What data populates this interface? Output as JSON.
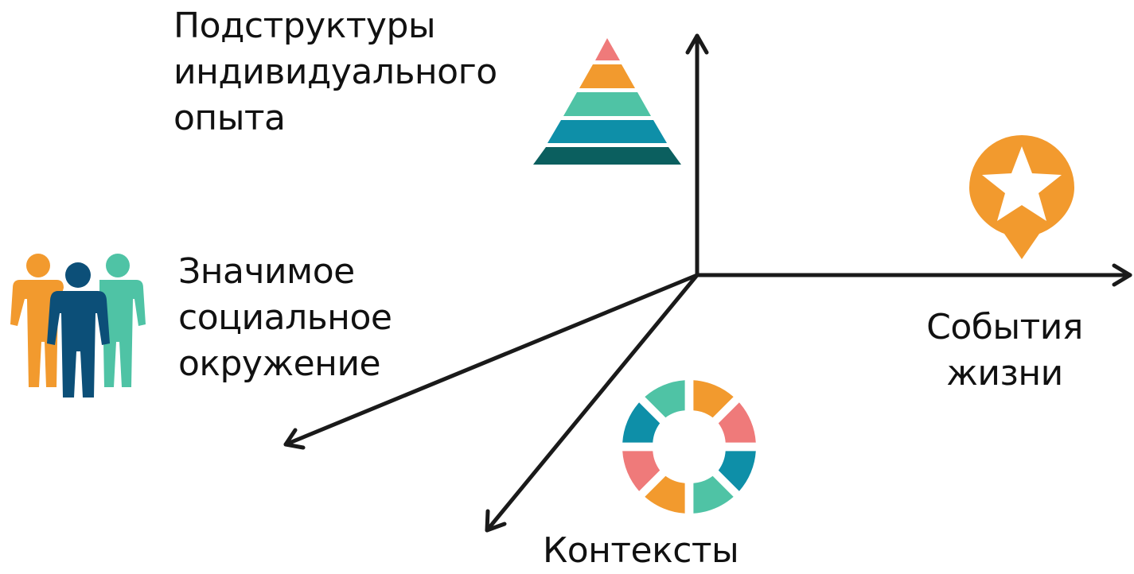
{
  "axes": {
    "vertical": {
      "label_lines": [
        "Подструктуры",
        "индивидуального",
        "опыта"
      ],
      "icon": "pyramid-icon"
    },
    "horizontal": {
      "label_lines": [
        "События",
        "жизни"
      ],
      "icon": "star-pin-icon"
    },
    "diagonal_left": {
      "label_lines": [
        "Значимое",
        "социальное",
        "окружение"
      ],
      "icon": "people-group-icon"
    },
    "diagonal_down": {
      "label_lines": [
        "Контексты"
      ],
      "icon": "segmented-ring-icon"
    }
  },
  "colors": {
    "axis": "#1a1a1a",
    "pink": "#ef7a7a",
    "orange": "#f29a2e",
    "green": "#4fc3a5",
    "blue": "#0e8fa8",
    "dark_teal": "#0b5f5f",
    "navy": "#0c4f78"
  }
}
